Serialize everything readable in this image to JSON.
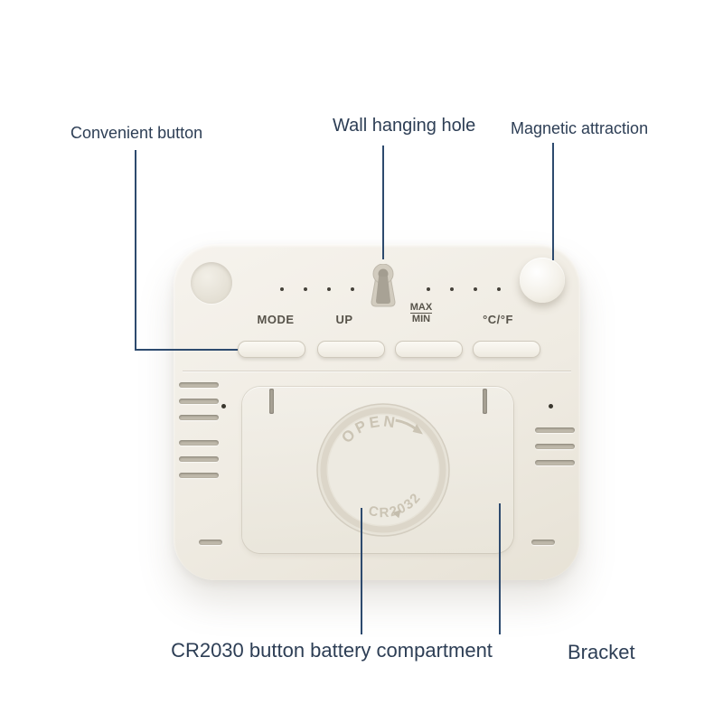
{
  "diagram": {
    "callouts": {
      "convenient_button": "Convenient button",
      "wall_hanging_hole": "Wall hanging hole",
      "magnetic_attraction": "Magnetic attraction",
      "battery_compartment": "CR2030 button battery compartment",
      "bracket": "Bracket"
    }
  },
  "device": {
    "button_labels": {
      "mode": "MODE",
      "up": "UP",
      "max": "MAX",
      "min": "MIN",
      "temp_unit": "°C/°F"
    },
    "battery_cover": {
      "open_label": "OPEN",
      "model": "CR2032"
    }
  },
  "colors": {
    "background": "#ffffff",
    "annotation_text": "#2d3e55",
    "annotation_line": "#2d4a6e",
    "device_body": "#f0ece3",
    "device_label_text": "#57534a"
  }
}
